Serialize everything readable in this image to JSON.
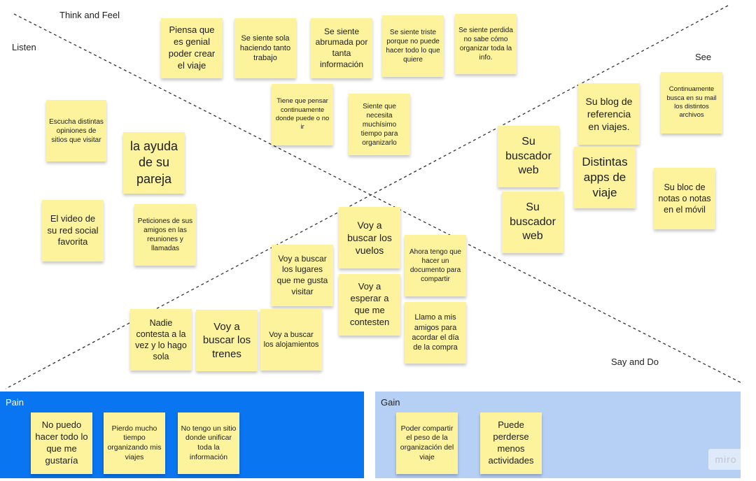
{
  "quadrants": {
    "think_feel": "Think and Feel",
    "listen": "Listen",
    "see": "See",
    "say_do": "Say and Do"
  },
  "notes": {
    "think_feel": [
      "Piensa que es genial poder crear el viaje",
      "Se siente sola haciendo tanto trabajo",
      "Se siente abrumada por tanta información",
      "Se siente triste porque no puede hacer todo lo que quiere",
      "Se siente perdida no sabe cómo organizar toda la info.",
      "Tiene que pensar continuamente donde puede o no ir",
      "Siente que necesita muchísimo tiempo para organizarlo"
    ],
    "listen": [
      "Escucha distintas opiniones de sitios que visitar",
      "la ayuda de su pareja",
      "El video de su red social favorita",
      "Peticiones de sus amigos en las reuniones y llamadas"
    ],
    "see": [
      "Su blog de referencia en viajes.",
      "Continuamente busca en su mail los distintos archivos",
      "Su buscador web",
      "Distintas apps de viaje",
      "Su bloc de notas o notas en el móvil",
      "Su buscador web"
    ],
    "say_do": [
      "Voy a buscar los vuelos",
      "Voy a buscar los lugares que me gusta visitar",
      "Ahora tengo que hacer un documento para compartir",
      "Voy a esperar a que me contesten",
      "Llamo a mis amigos para acordar el día de la compra",
      "Nadie contesta a la vez y lo hago sola",
      "Voy a buscar los trenes",
      "Voy a buscar los alojamientos"
    ]
  },
  "pain": {
    "label": "Pain",
    "notes": [
      "No puedo hacer todo lo que me gustaría",
      "Pierdo mucho tiempo organizando mis viajes",
      "No tengo un sitio donde unificar toda la información"
    ]
  },
  "gain": {
    "label": "Gain",
    "notes": [
      "Poder compartir el peso de la organización del viaje",
      "Puede perderse menos actividades"
    ]
  },
  "watermark": "miro",
  "colors": {
    "sticky": "#fcf39c",
    "pain_band": "#0a75f0",
    "gain_band": "#b6cff4",
    "divider": "#333333"
  }
}
